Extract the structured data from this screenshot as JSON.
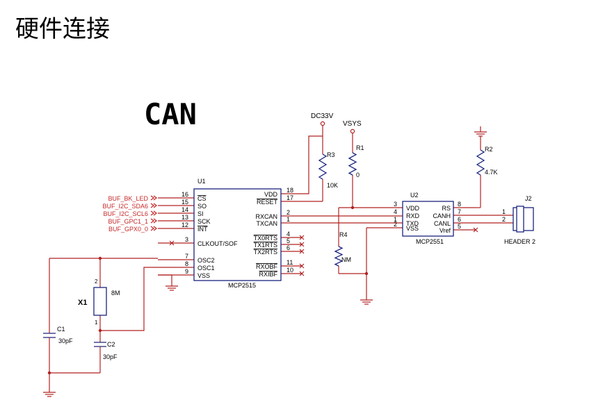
{
  "header": {
    "title": "硬件连接"
  },
  "diagram": {
    "section_title": "CAN",
    "power": {
      "dc33v": "DC33V",
      "vsys": "VSYS"
    },
    "u1": {
      "ref": "U1",
      "part": "MCP2515",
      "left_pins": [
        {
          "num": "16",
          "name": "CS",
          "net": "BUF_BK_LED",
          "overline": true
        },
        {
          "num": "15",
          "name": "SO",
          "net": "BUF_I2C_SDA6",
          "overline": false
        },
        {
          "num": "14",
          "name": "SI",
          "net": "BUF_I2C_SCL6",
          "overline": false
        },
        {
          "num": "13",
          "name": "SCK",
          "net": "BUF_GPC1_1",
          "overline": false
        },
        {
          "num": "12",
          "name": "INT",
          "net": "BUF_GPX0_0",
          "overline": true
        },
        {
          "num": "3",
          "name": "CLKOUT/SOF",
          "net": "",
          "overline": false
        },
        {
          "num": "7",
          "name": "OSC2",
          "net": "",
          "overline": false
        },
        {
          "num": "8",
          "name": "OSC1",
          "net": "",
          "overline": false
        },
        {
          "num": "9",
          "name": "VSS",
          "net": "",
          "overline": false
        }
      ],
      "right_pins": [
        {
          "num": "18",
          "name": "VDD",
          "overline": false
        },
        {
          "num": "17",
          "name": "RESET",
          "overline": true
        },
        {
          "num": "2",
          "name": "RXCAN",
          "overline": false
        },
        {
          "num": "1",
          "name": "TXCAN",
          "overline": false
        },
        {
          "num": "4",
          "name": "TX0RTS",
          "overline": true
        },
        {
          "num": "5",
          "name": "TX1RTS",
          "overline": true
        },
        {
          "num": "6",
          "name": "TX2RTS",
          "overline": true
        },
        {
          "num": "11",
          "name": "RXOBF",
          "overline": true
        },
        {
          "num": "10",
          "name": "RXIBF",
          "overline": true
        }
      ]
    },
    "u2": {
      "ref": "U2",
      "part": "MCP2551",
      "left_pins": [
        {
          "num": "3",
          "name": "VDD"
        },
        {
          "num": "4",
          "name": "RXD"
        },
        {
          "num": "1",
          "name": "TXD"
        },
        {
          "num": "2",
          "name": "VSS"
        }
      ],
      "right_pins": [
        {
          "num": "8",
          "name": "RS"
        },
        {
          "num": "7",
          "name": "CANH"
        },
        {
          "num": "6",
          "name": "CANL"
        },
        {
          "num": "5",
          "name": "Vref"
        }
      ]
    },
    "j2": {
      "ref": "J2",
      "part": "HEADER 2",
      "pin1": "1",
      "pin2": "2"
    },
    "r1": {
      "ref": "R1",
      "value": "0"
    },
    "r2": {
      "ref": "R2",
      "value": "4.7K"
    },
    "r3": {
      "ref": "R3",
      "value": "10K"
    },
    "r4": {
      "ref": "R4",
      "value": "NM"
    },
    "x1": {
      "ref": "X1",
      "value": "8M",
      "pin_top": "2",
      "pin_bottom": "1"
    },
    "c1": {
      "ref": "C1",
      "value": "30pF"
    },
    "c2": {
      "ref": "C2",
      "value": "30pF"
    },
    "colors": {
      "wire": "#b22222",
      "body": "#1a237e",
      "net_label": "#c62828",
      "text": "#000000"
    }
  }
}
